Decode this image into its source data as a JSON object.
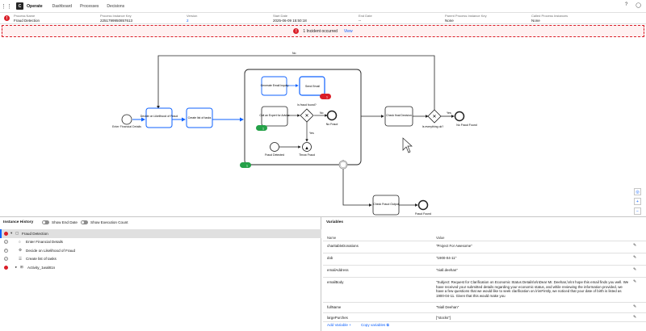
{
  "app": {
    "name": "Operate",
    "logo_letter": "C"
  },
  "nav": [
    {
      "label": "Dashboard"
    },
    {
      "label": "Processes"
    },
    {
      "label": "Decisions"
    }
  ],
  "header": {
    "state_icon": "!",
    "cols": [
      {
        "label": "Process Name",
        "value": "Fraud Detection"
      },
      {
        "label": "Process Instance Key",
        "value": "2251799950857613"
      },
      {
        "label": "Version",
        "value": "2"
      },
      {
        "label": "Start Date",
        "value": "2025-06-09 15:50:18"
      },
      {
        "label": "End Date",
        "value": "--"
      },
      {
        "label": "Parent Process Instance Key",
        "value": "None"
      },
      {
        "label": "Called Process Instances",
        "value": "None"
      }
    ]
  },
  "incident": {
    "count_text": "1 Incident occurred",
    "view_label": "View",
    "badge": "!"
  },
  "diagram": {
    "start_label": "Enter Financial Details",
    "decide": "Decide on Likelihood of Fraud",
    "create": "Create list of tasks",
    "gen_email": "Generate Email Inquiry",
    "send_email": "Send Email",
    "call_expert": "Call an Expert for Advice",
    "is_fraud": "Is fraud found?",
    "no": "No",
    "yes": "Yes",
    "no_fraud": "No Fraud",
    "throw_fraud": "Throw Fraud",
    "fraud_detected": "Fraud Detected",
    "check_decision": "Check final Decision",
    "is_ok": "Is everything ok?",
    "no_fraud_found": "No Fraud Found",
    "check_output": "Check Fraud Output",
    "fraud_found": "Fraud Found",
    "no_top": "No",
    "badge_incident": "1",
    "badge_active": "1",
    "badge_active2": "1"
  },
  "history": {
    "title": "Instance History",
    "toggle_end": "Show End Date",
    "toggle_exec": "Show Execution Count",
    "rows": [
      {
        "label": "Fraud Detection"
      },
      {
        "label": "Enter Financial Details"
      },
      {
        "label": "Decide on Likelihood of Fraud"
      },
      {
        "label": "Create list of tasks"
      },
      {
        "label": "Activity_1wal81n"
      }
    ]
  },
  "variables": {
    "title": "Variables",
    "col_name": "Name",
    "col_value": "Value",
    "rows": [
      {
        "name": "charitableDonations",
        "value": "\"Project For Awesome\""
      },
      {
        "name": "dob",
        "value": "\"1900-04-11\""
      },
      {
        "name": "emailAddress",
        "value": "\"niall.deehan\""
      },
      {
        "name": "emailBody",
        "value": "\"Subject: Request for Clarification on Economic Status Details\\n\\nDear Mr. Deehan,\\n\\nI hope this email finds you well. We have received your submitted details regarding your economic status, and while reviewing the information provided, we have a few questions that we would like to seek clarification on.\\n\\nFirstly, we noticed that your date of birth is listed as 1900-04-11. Given that this would make you"
      },
      {
        "name": "fullName",
        "value": "\"Niall Deehan\""
      },
      {
        "name": "largePurches",
        "value": "[\"stocks\"]"
      }
    ],
    "add_label": "Add Variable",
    "copy_label": "Copy variables"
  },
  "colors": {
    "accent": "#0f62fe",
    "error": "#da1e28",
    "success": "#24a148"
  }
}
